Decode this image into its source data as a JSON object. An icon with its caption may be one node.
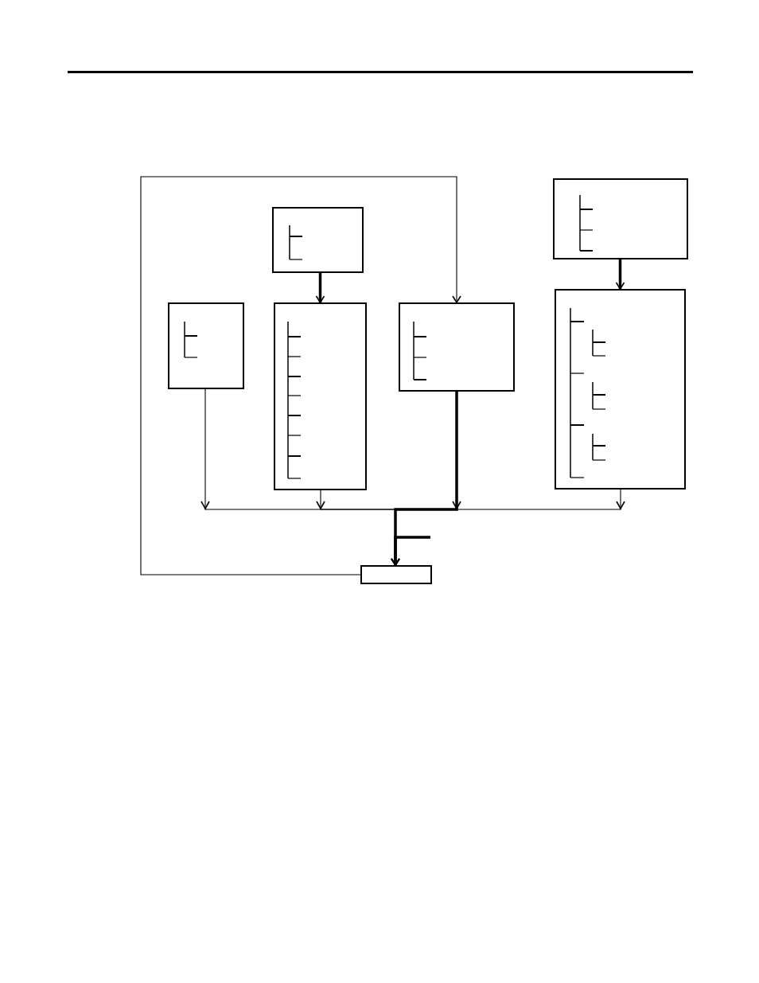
{
  "diagram": {
    "nodes": [
      {
        "text": [],
        "shape": "box"
      },
      {
        "text": [],
        "shape": "box"
      },
      {
        "text": [],
        "shape": "box"
      },
      {
        "text": [],
        "shape": "box"
      },
      {
        "text": [],
        "shape": "box"
      },
      {
        "text": [],
        "shape": "box"
      },
      {
        "text": [],
        "shape": "box"
      }
    ],
    "edges": [
      {
        "from": 0,
        "to": 5,
        "arrow": "to",
        "style": "thick"
      },
      {
        "from": 1,
        "to": 3,
        "arrow": "to",
        "style": "thick"
      },
      {
        "from": 6,
        "to": 4,
        "arrow": "to"
      },
      {
        "from": 2,
        "to": 6,
        "arrow": "to"
      },
      {
        "from": 3,
        "to": 6,
        "arrow": "to"
      },
      {
        "from": 4,
        "to": 6,
        "arrow": "to",
        "style": "thick"
      },
      {
        "from": 5,
        "to": 6,
        "arrow": "to"
      },
      {
        "from": null,
        "to": 6,
        "arrow": "to",
        "style": "thick"
      }
    ]
  }
}
